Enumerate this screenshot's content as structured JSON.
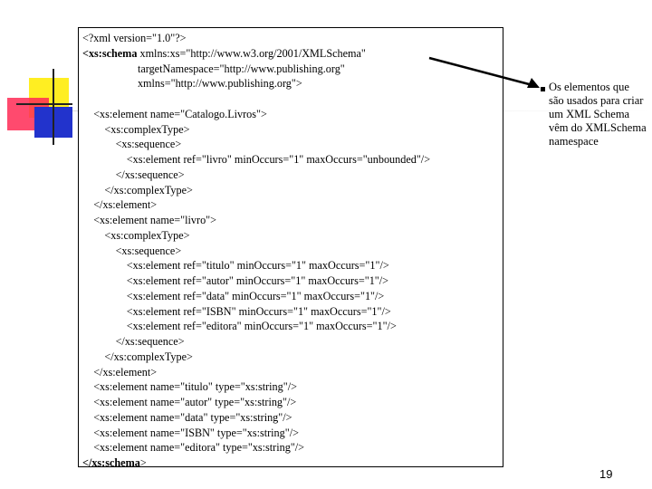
{
  "code": {
    "lines": [
      {
        "pre": "",
        "b": "",
        "post": "<?xml version=\"1.0\"?>"
      },
      {
        "pre": "",
        "b": "<xs:schema",
        "post": " xmlns:xs=\"http://www.w3.org/2001/XMLSchema\""
      },
      {
        "pre": "                    ",
        "b": "",
        "post": "targetNamespace=\"http://www.publishing.org\""
      },
      {
        "pre": "                    ",
        "b": "",
        "post": "xmlns=\"http://www.publishing.org\">"
      },
      {
        "pre": "",
        "b": "",
        "post": ""
      },
      {
        "pre": "    ",
        "b": "",
        "post": "<xs:element name=\"Catalogo.Livros\">"
      },
      {
        "pre": "        ",
        "b": "",
        "post": "<xs:complexType>"
      },
      {
        "pre": "            ",
        "b": "",
        "post": "<xs:sequence>"
      },
      {
        "pre": "                ",
        "b": "",
        "post": "<xs:element ref=\"livro\" minOccurs=\"1\" maxOccurs=\"unbounded\"/>"
      },
      {
        "pre": "            ",
        "b": "",
        "post": "</xs:sequence>"
      },
      {
        "pre": "        ",
        "b": "",
        "post": "</xs:complexType>"
      },
      {
        "pre": "    ",
        "b": "",
        "post": "</xs:element>"
      },
      {
        "pre": "    ",
        "b": "",
        "post": "<xs:element name=\"livro\">"
      },
      {
        "pre": "        ",
        "b": "",
        "post": "<xs:complexType>"
      },
      {
        "pre": "            ",
        "b": "",
        "post": "<xs:sequence>"
      },
      {
        "pre": "                ",
        "b": "",
        "post": "<xs:element ref=\"titulo\" minOccurs=\"1\" maxOccurs=\"1\"/>"
      },
      {
        "pre": "                ",
        "b": "",
        "post": "<xs:element ref=\"autor\" minOccurs=\"1\" maxOccurs=\"1\"/>"
      },
      {
        "pre": "                ",
        "b": "",
        "post": "<xs:element ref=\"data\" minOccurs=\"1\" maxOccurs=\"1\"/>"
      },
      {
        "pre": "                ",
        "b": "",
        "post": "<xs:element ref=\"ISBN\" minOccurs=\"1\" maxOccurs=\"1\"/>"
      },
      {
        "pre": "                ",
        "b": "",
        "post": "<xs:element ref=\"editora\" minOccurs=\"1\" maxOccurs=\"1\"/>"
      },
      {
        "pre": "            ",
        "b": "",
        "post": "</xs:sequence>"
      },
      {
        "pre": "        ",
        "b": "",
        "post": "</xs:complexType>"
      },
      {
        "pre": "    ",
        "b": "",
        "post": "</xs:element>"
      },
      {
        "pre": "    ",
        "b": "",
        "post": "<xs:element name=\"titulo\" type=\"xs:string\"/>"
      },
      {
        "pre": "    ",
        "b": "",
        "post": "<xs:element name=\"autor\" type=\"xs:string\"/>"
      },
      {
        "pre": "    ",
        "b": "",
        "post": "<xs:element name=\"data\" type=\"xs:string\"/>"
      },
      {
        "pre": "    ",
        "b": "",
        "post": "<xs:element name=\"ISBN\" type=\"xs:string\"/>"
      },
      {
        "pre": "    ",
        "b": "",
        "post": "<xs:element name=\"editora\" type=\"xs:string\"/>"
      },
      {
        "pre": "",
        "b": "</xs:schema",
        "post": ">"
      }
    ]
  },
  "note": {
    "text": "Os elementos que são usados para criar um XML Schema vêm do XMLSchema namespace"
  },
  "slide": {
    "page_number": "19"
  },
  "colors": {
    "yellow": "#ffee22",
    "red": "#ff2a55",
    "blue": "#2233cc"
  }
}
